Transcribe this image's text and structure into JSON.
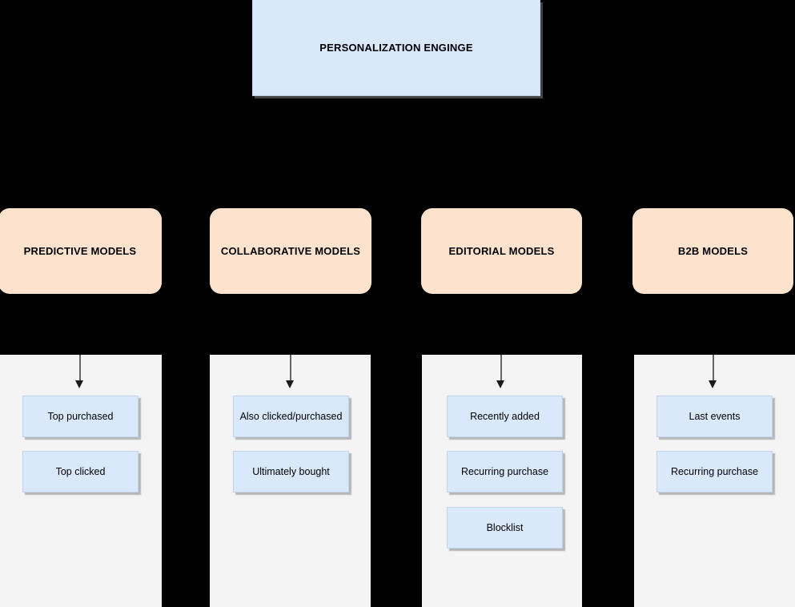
{
  "diagram": {
    "title_box": {
      "label": "PERSONALIZATION ENGINGE",
      "fill": "#dae8fc"
    },
    "model_boxes": [
      {
        "label": "PREDICTIVE MODELS",
        "fill": "#fde3cd"
      },
      {
        "label": "COLLABORATIVE MODELS",
        "fill": "#fde3cd"
      },
      {
        "label": "EDITORIAL MODELS",
        "fill": "#fde3cd"
      },
      {
        "label": "B2B MODELS",
        "fill": "#fde3cd"
      }
    ],
    "columns": [
      {
        "panel_fill": "#f4f4f4",
        "items": [
          {
            "label": "Top purchased"
          },
          {
            "label": "Top clicked"
          }
        ]
      },
      {
        "panel_fill": "#f4f4f4",
        "items": [
          {
            "label": "Also clicked/purchased"
          },
          {
            "label": "Ultimately bought"
          }
        ]
      },
      {
        "panel_fill": "#f4f4f4",
        "items": [
          {
            "label": "Recently added"
          },
          {
            "label": "Recurring purchase"
          },
          {
            "label": "Blocklist"
          }
        ]
      },
      {
        "panel_fill": "#f4f4f4",
        "items": [
          {
            "label": "Last events"
          },
          {
            "label": "Recurring purchase"
          }
        ]
      }
    ],
    "background": "#000000",
    "item_fill": "#dae8fc"
  }
}
